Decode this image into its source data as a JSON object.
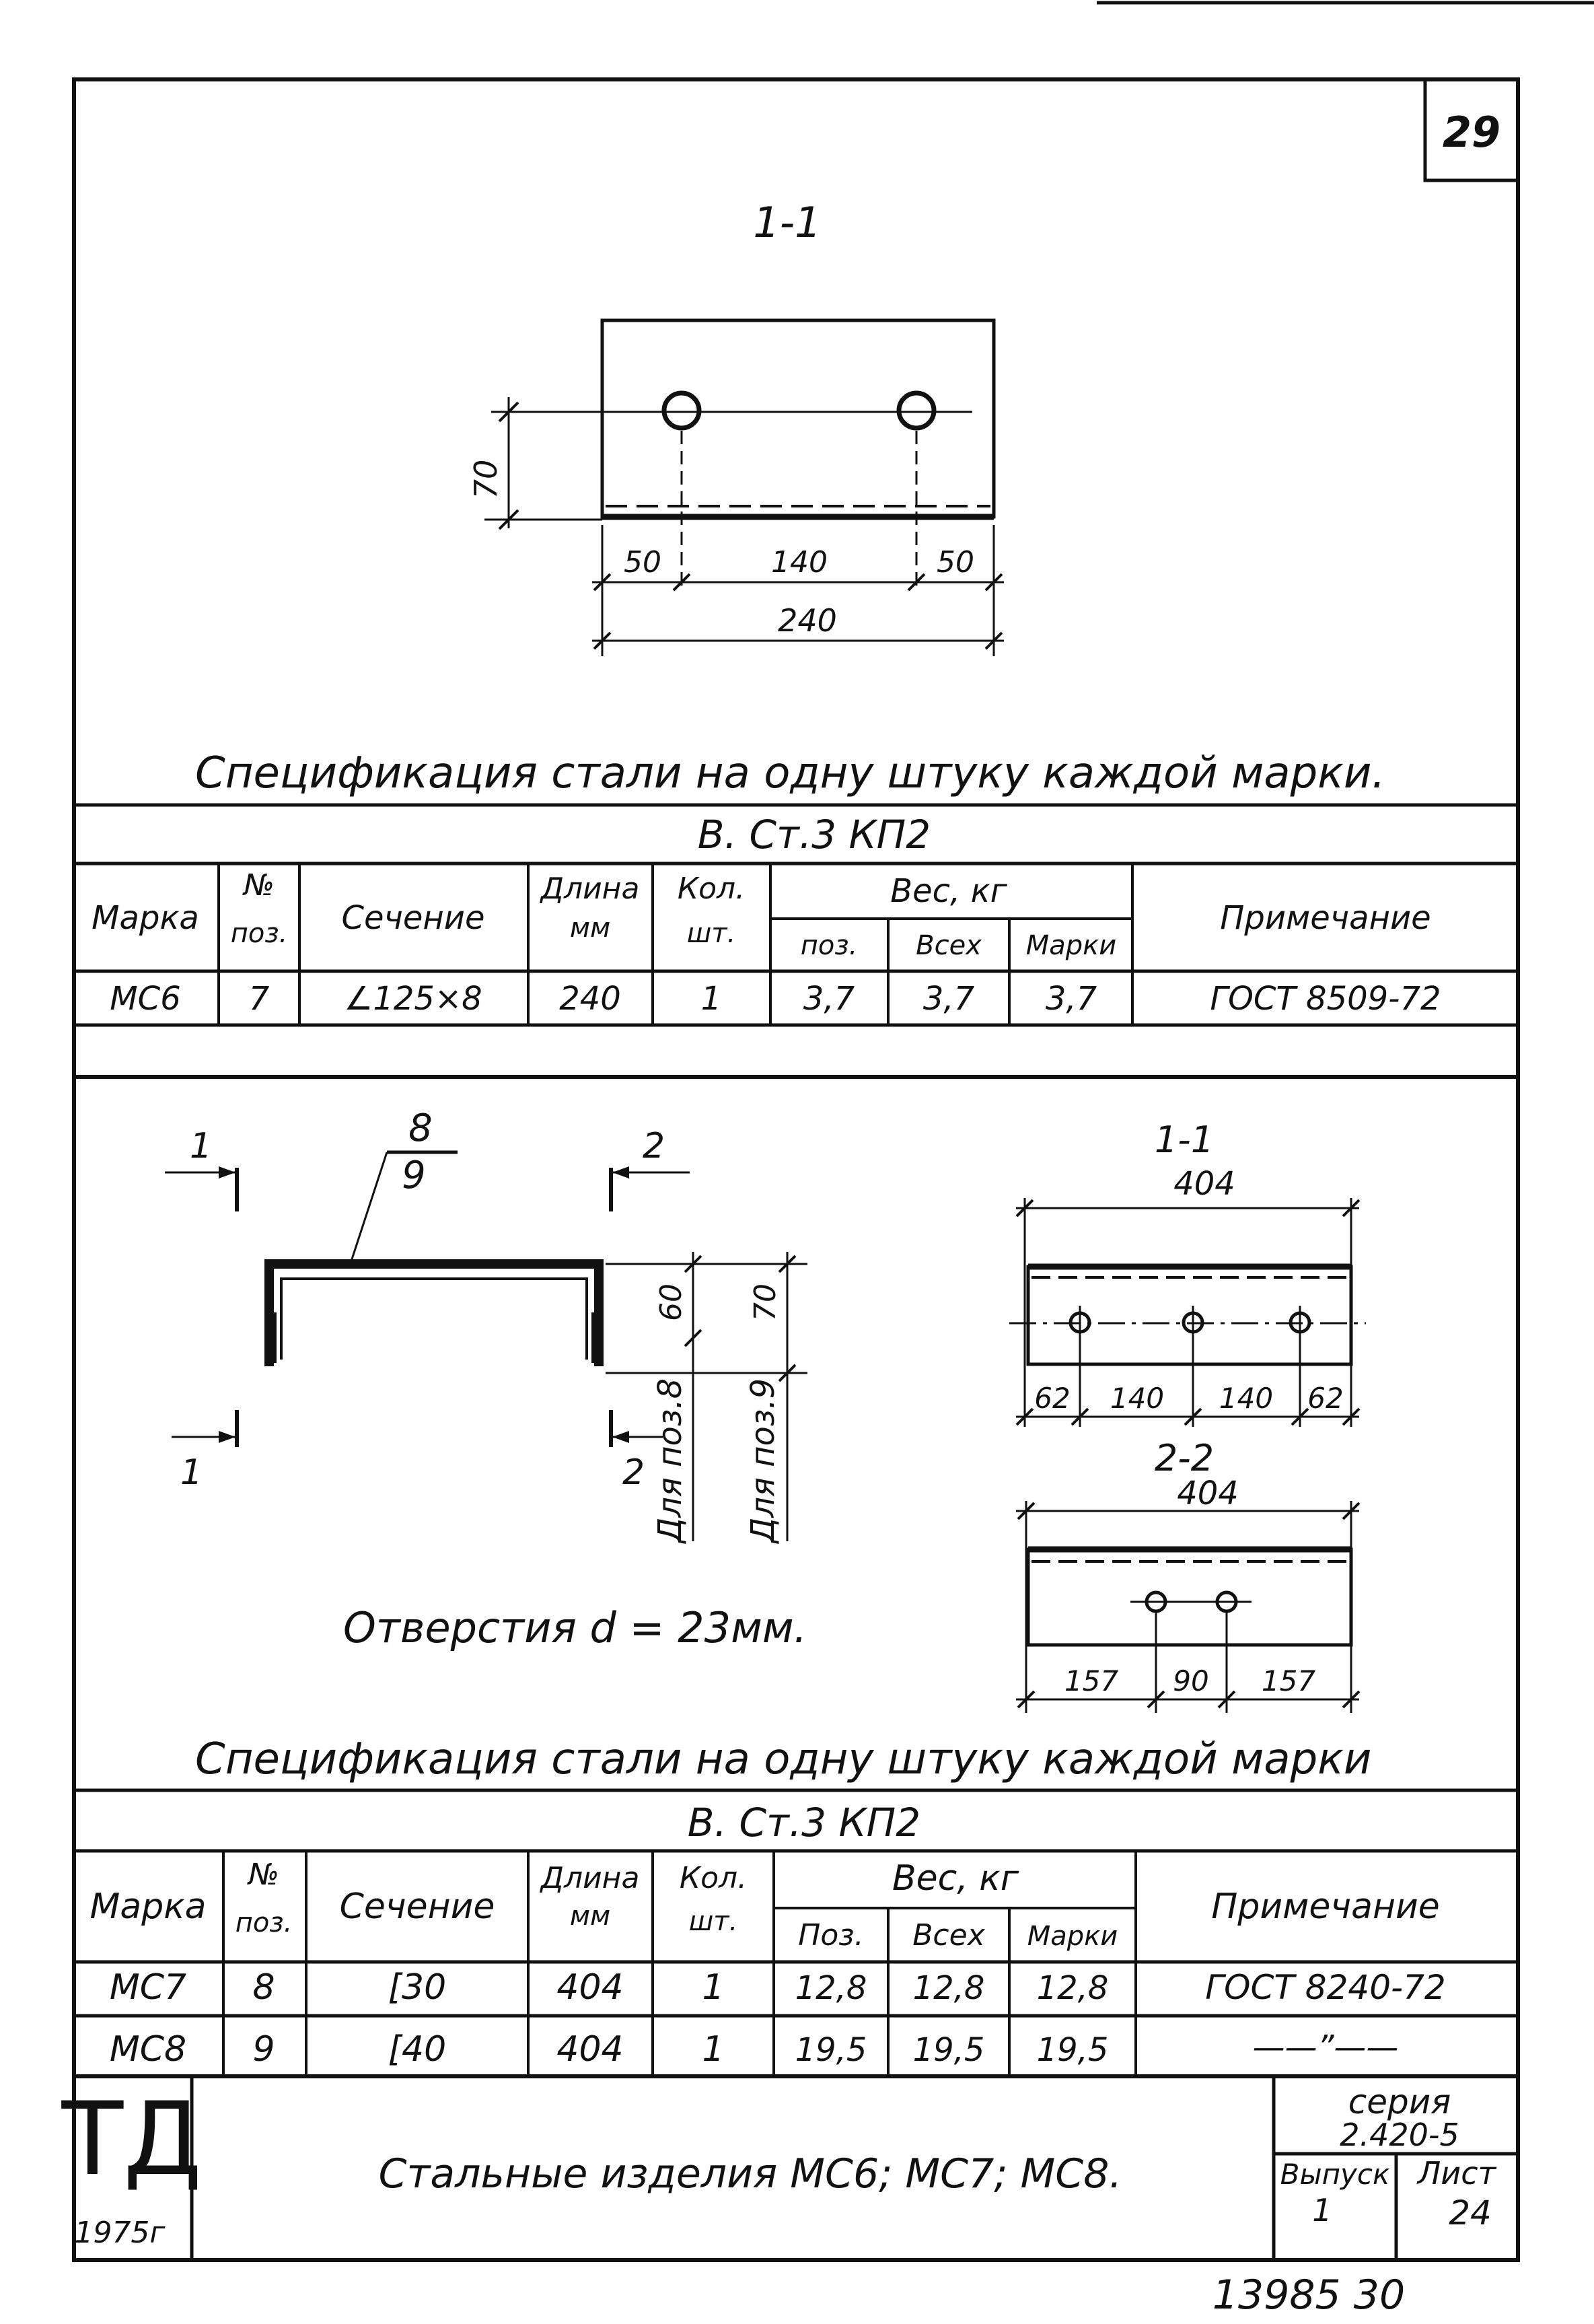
{
  "sheet_corner_number": "29",
  "top_drawing": {
    "section_label": "1-1",
    "dims": {
      "height": "70",
      "left": "50",
      "middle": "140",
      "right": "50",
      "total": "240"
    }
  },
  "spec1": {
    "title": "Спецификация стали на одну штуку каждой марки.",
    "steel": "В. Ст.3 КП2",
    "headers": {
      "mark": "Марка",
      "pos_top": "№",
      "pos_bottom": "поз.",
      "section": "Сечение",
      "length_top": "Длина",
      "length_bottom": "мм",
      "qty_top": "Кол.",
      "qty_bottom": "шт.",
      "weight": "Вес, кг",
      "w_pos": "поз.",
      "w_all": "Всех",
      "w_mark": "Марки",
      "note": "Примечание"
    },
    "rows": [
      {
        "mark": "МС6",
        "pos": "7",
        "section": "∠125×8",
        "length": "240",
        "qty": "1",
        "w_pos": "3,7",
        "w_all": "3,7",
        "w_mark": "3,7",
        "note": "ГОСТ 8509-72"
      }
    ]
  },
  "middle_drawing": {
    "cut1": "1",
    "cut2": "2",
    "leader_top": "8",
    "leader_bottom": "9",
    "dim_60": "60",
    "dim_70": "70",
    "for_pos8": "Для поз.8",
    "for_pos9": "Для поз.9",
    "holes_note": "Отверстия d = 23мм.",
    "section11": {
      "label": "1-1",
      "length": "404",
      "d1": "62",
      "d2": "140",
      "d3": "140",
      "d4": "62"
    },
    "section22": {
      "label": "2-2",
      "length": "404",
      "d1": "157",
      "d2": "90",
      "d3": "157"
    }
  },
  "spec2": {
    "title": "Спецификация стали на одну штуку каждой марки",
    "steel": "В. Ст.3 КП2",
    "headers": {
      "mark": "Марка",
      "pos_top": "№",
      "pos_bottom": "поз.",
      "section": "Сечение",
      "length_top": "Длина",
      "length_bottom": "мм",
      "qty_top": "Кол.",
      "qty_bottom": "шт.",
      "weight": "Вес, кг",
      "w_pos": "Поз.",
      "w_all": "Всех",
      "w_mark": "Марки",
      "note": "Примечание"
    },
    "rows": [
      {
        "mark": "МС7",
        "pos": "8",
        "section": "[30",
        "length": "404",
        "qty": "1",
        "w_pos": "12,8",
        "w_all": "12,8",
        "w_mark": "12,8",
        "note": "ГОСТ 8240-72"
      },
      {
        "mark": "МС8",
        "pos": "9",
        "section": "[40",
        "length": "404",
        "qty": "1",
        "w_pos": "19,5",
        "w_all": "19,5",
        "w_mark": "19,5",
        "note": "——”——"
      }
    ]
  },
  "title_block": {
    "logo": "ТД",
    "year": "1975г",
    "title": "Стальные изделия МС6; МС7; МС8.",
    "series_label": "серия",
    "series_value": "2.420-5",
    "issue_label": "Выпуск",
    "issue_value": "1",
    "sheet_label": "Лист",
    "sheet_value": "24"
  },
  "bottom_number": "13985 30"
}
